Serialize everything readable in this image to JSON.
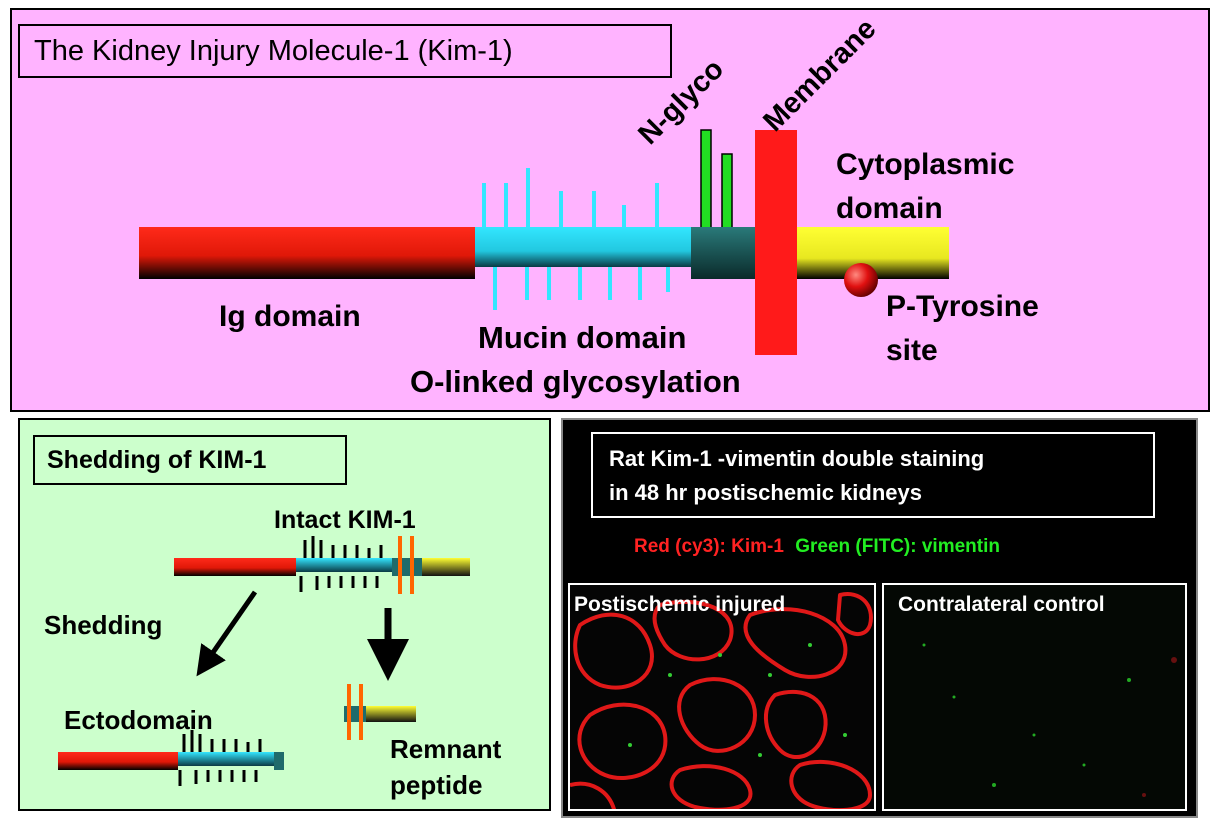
{
  "top": {
    "title": "The Kidney Injury Molecule-1 (Kim-1)",
    "ig_domain": "Ig domain",
    "mucin_domain": "Mucin domain",
    "o_linked": "O-linked glycosylation",
    "n_glyco": "N-glyco",
    "membrane": "Membrane",
    "cytoplasmic_1": "Cytoplasmic",
    "cytoplasmic_2": "domain",
    "ptyrosine_1": "P-Tyrosine",
    "ptyrosine_2": "site"
  },
  "shedding": {
    "title": "Shedding of KIM-1",
    "intact": "Intact KIM-1",
    "shedding": "Shedding",
    "ectodomain": "Ectodomain",
    "remnant_1": "Remnant",
    "remnant_2": "peptide"
  },
  "staining": {
    "caption_1": "Rat Kim-1 -vimentin double staining",
    "caption_2": "in 48 hr postischemic kidneys",
    "legend_red": "Red (cy3): Kim-1",
    "legend_green": "Green (FITC): vimentin",
    "injured": "Postischemic injured",
    "control": "Contralateral control"
  },
  "colors": {
    "ig_red": "#ff2a1a",
    "mucin_cyan": "#33e6ff",
    "stalk_teal": "#1f6b6b",
    "cyto_yellow": "#ffff33",
    "membrane_red": "#ff1a1a",
    "nglyco_green": "#22dd22",
    "pink_bg": "#ffb3ff",
    "green_bg": "#ccffcc"
  }
}
